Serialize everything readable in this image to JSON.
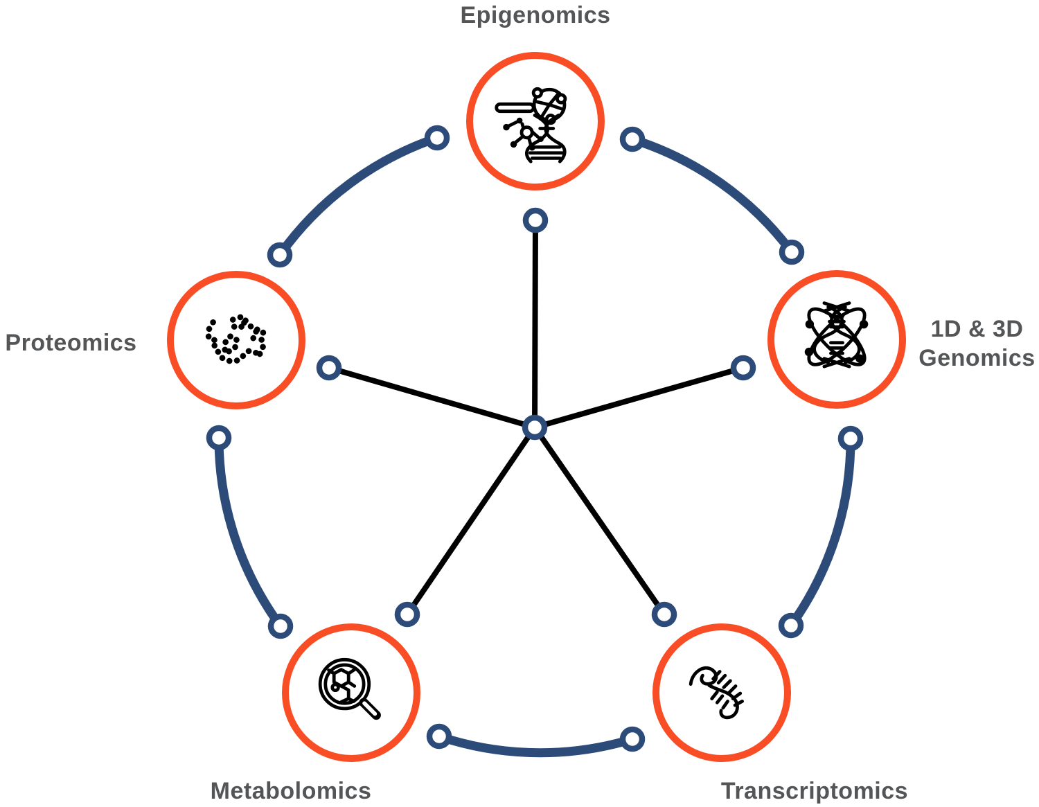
{
  "diagram_type": "multi-omics hub-and-spoke pentagon",
  "nodes": [
    {
      "id": "epigenomics",
      "label": "Epigenomics",
      "icon": "dna-methylation-icon",
      "position": "top"
    },
    {
      "id": "genomics",
      "label": "1D & 3D Genomics",
      "label_lines": [
        "1D & 3D",
        "Genomics"
      ],
      "icon": "dna-atom-orbit-icon",
      "position": "right"
    },
    {
      "id": "transcriptomics",
      "label": "Transcriptomics",
      "icon": "rna-strand-icon",
      "position": "bottom-right"
    },
    {
      "id": "metabolomics",
      "label": "Metabolomics",
      "icon": "molecule-magnifier-icon",
      "position": "bottom-left"
    },
    {
      "id": "proteomics",
      "label": "Proteomics",
      "icon": "protein-chain-icon",
      "position": "left"
    }
  ],
  "edges": [
    {
      "from": "proteomics",
      "to": "epigenomics",
      "style": "blue-arc"
    },
    {
      "from": "epigenomics",
      "to": "genomics",
      "style": "blue-arc"
    },
    {
      "from": "genomics",
      "to": "transcriptomics",
      "style": "blue-arc"
    },
    {
      "from": "transcriptomics",
      "to": "metabolomics",
      "style": "blue-arc"
    },
    {
      "from": "metabolomics",
      "to": "proteomics",
      "style": "blue-arc"
    }
  ],
  "spokes": [
    {
      "from": "center",
      "to": "epigenomics",
      "style": "black-line"
    },
    {
      "from": "center",
      "to": "genomics",
      "style": "black-line"
    },
    {
      "from": "center",
      "to": "transcriptomics",
      "style": "black-line"
    },
    {
      "from": "center",
      "to": "metabolomics",
      "style": "black-line"
    },
    {
      "from": "center",
      "to": "proteomics",
      "style": "black-line"
    }
  ],
  "colors": {
    "accent_orange": "#f94d26",
    "line_blue": "#2d4b79",
    "spoke_black": "#000000",
    "label_gray": "#545557",
    "background": "#ffffff"
  }
}
